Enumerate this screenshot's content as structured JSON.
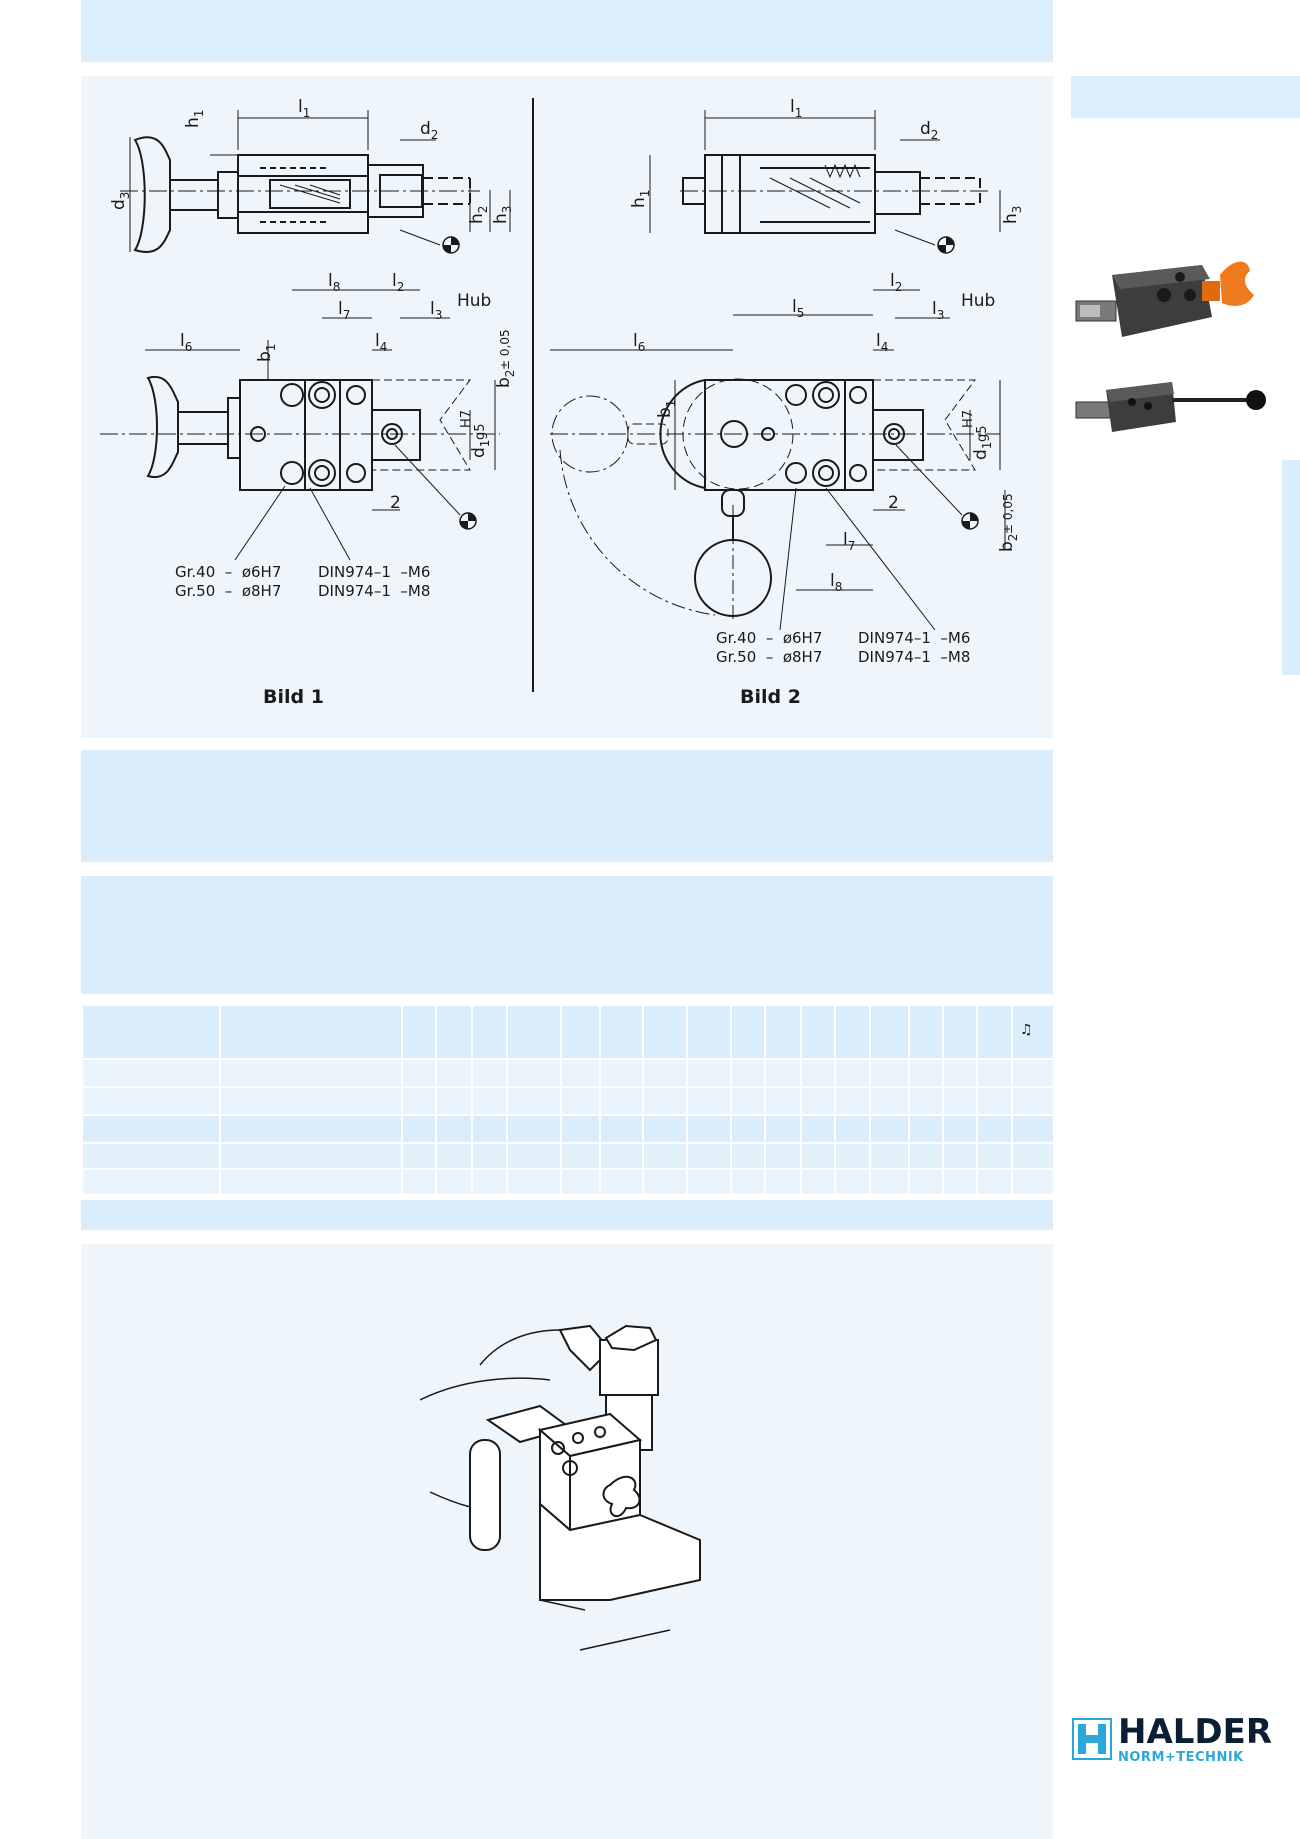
{
  "drawing": {
    "fig1": {
      "caption": "Bild 1",
      "dims": {
        "l1": "l",
        "l2": "l",
        "l3": "l",
        "l4": "l",
        "l6": "l",
        "l7": "l",
        "l8": "l",
        "d2": "d",
        "d3": "d",
        "d1": "d",
        "h1": "h",
        "h2": "h",
        "h3": "h",
        "b1": "b",
        "b2": "b"
      },
      "hub": "Hub",
      "fit_d1": "H7",
      "fit_d1_shaft": "g5",
      "b2_tol": "± 0,05",
      "stroke": "2",
      "note_left": "Gr.40  –  ø6H7\nGr.50  –  ø8H7",
      "note_right": "DIN974–1  –M6\nDIN974–1  –M8"
    },
    "fig2": {
      "caption": "Bild 2",
      "hub": "Hub",
      "fit_d1": "H7",
      "fit_d1_shaft": "g5",
      "b2_tol": "± 0,05",
      "stroke": "2",
      "note_left": "Gr.40  –  ø6H7\nGr.50  –  ø8H7",
      "note_right": "DIN974–1  –M6\nDIN974–1  –M8"
    }
  },
  "table": {
    "note_icon": "♫"
  },
  "logo": {
    "name": "HALDER",
    "sub": "NORM+TECHNIK"
  },
  "colors": {
    "band": "#d9edfb",
    "panel": "#eef6fc",
    "logo_blue": "#2aa9d8",
    "knob_orange": "#f07a1e"
  }
}
